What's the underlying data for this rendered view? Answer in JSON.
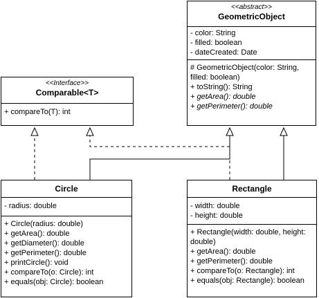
{
  "classes": {
    "geometric_object": {
      "stereotype": "<<abstract>>",
      "name": "GeometricObject",
      "attributes": [
        "- color: String",
        "- filled: boolean",
        "- dateCreated: Date"
      ],
      "methods": [
        "# GeometricObject(color: String, filled: boolean)",
        "+ toString(): String",
        "+ getArea(): double",
        "+ getPerimeter(): double"
      ]
    },
    "comparable": {
      "stereotype": "<<Interface>>",
      "name": "Comparable<T>",
      "methods": [
        "+ compareTo(T): int"
      ]
    },
    "circle": {
      "name": "Circle",
      "attributes": [
        "- radius: double"
      ],
      "methods": [
        "+ Circle(radius: double)",
        "+ getArea(): double",
        "+ getDiameter(): double",
        "+ getPerimeter(): double",
        "+ printCircle(): void",
        "+ compareTo(o: Circle): int",
        "+ equals(obj: Circle): boolean"
      ]
    },
    "rectangle": {
      "name": "Rectangle",
      "attributes": [
        "- width: double",
        "- height: double"
      ],
      "methods": [
        "+ Rectangle(width: double, height: double)",
        "+ getArea(): double",
        "+ getPerimeter(): double",
        "+ compareTo(o: Rectangle): int",
        "+ equals(obj: Rectangle): boolean"
      ]
    }
  },
  "colors": {
    "line": "#000000",
    "background": "#ffffff"
  }
}
